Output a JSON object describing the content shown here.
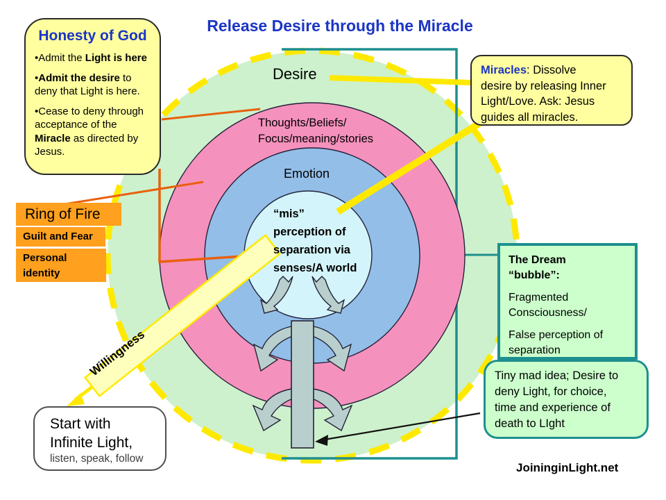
{
  "title": "Release Desire through the Miracle",
  "footer": "JoininginLight.net",
  "colors": {
    "title_blue": "#1b35c4",
    "note_yellow": "#ffffa0",
    "note_green": "#ccffcc",
    "teal": "#1e8f8f",
    "orange": "#ffa01e",
    "orange_line": "#e8600c",
    "dash_yellow": "#ffe900",
    "band_yellow": "#ffffbd",
    "ring_green": "#cdf1cd",
    "ring_pink": "#f591bd",
    "ring_blue": "#93bee8",
    "ring_cyan": "#d3f4fa",
    "arrow_gray": "#b9cfce"
  },
  "rings": {
    "desire": "Desire",
    "thoughts": [
      "Thoughts/Beliefs/",
      "Focus/meaning/stories"
    ],
    "emotion": "Emotion",
    "mis": [
      "“mis”",
      "perception of",
      "separation via",
      "senses/A world"
    ]
  },
  "willingness": "Willingness",
  "honesty": {
    "title": "Honesty of God",
    "bullets": [
      {
        "pre": "•Admit the ",
        "bold": "Light is here",
        "post": ""
      },
      {
        "pre": "•",
        "bold": "Admit the desire",
        "post": " to deny that Light is here."
      },
      {
        "pre": "•Cease to deny through acceptance of the ",
        "bold": "Miracle",
        "post": " as directed by Jesus."
      }
    ]
  },
  "ring_of_fire": "Ring of Fire",
  "guilt_fear": "Guilt and Fear",
  "personal_identity": "Personal identity",
  "miracles": {
    "lead": "Miracles",
    "rest": ": Dissolve desire by releasing Inner Light/Love. Ask: Jesus guides all miracles."
  },
  "dream": {
    "title_lines": [
      "The Dream",
      "“bubble”:"
    ],
    "para1": "Fragmented Consciousness/",
    "para2": "False perception of separation"
  },
  "tiny_mad_idea": "Tiny mad idea; Desire to deny Light, for choice, time and experience of death to LIght",
  "start": {
    "line1": "Start with",
    "line2": "Infinite Light,",
    "line3": "listen, speak, follow"
  }
}
